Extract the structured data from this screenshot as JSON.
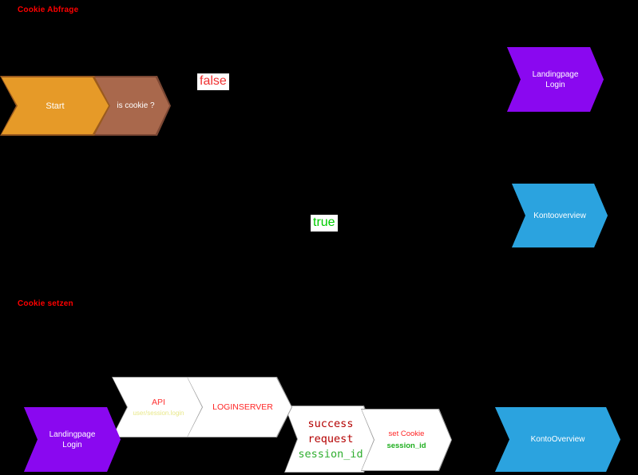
{
  "sections": {
    "cookie_abfrage": "Cookie Abfrage",
    "cookie_setzen": "Cookie setzen"
  },
  "branch_labels": {
    "false_label": "false",
    "true_label": "true"
  },
  "nodes": {
    "start": {
      "label": "Start",
      "fill": "#e69a28"
    },
    "is_cookie": {
      "label": "is cookie ?",
      "fill": "#a9684c"
    },
    "landingpage_login_top": {
      "label": "Landingpage\nLogin",
      "fill": "#8a08f0"
    },
    "kontooverview_top": {
      "label": "Kontooverview",
      "fill": "#2ba3df"
    },
    "landingpage_login_bottom": {
      "label": "Landingpage\nLogin",
      "fill": "#8a08f0"
    },
    "api": {
      "title": "API",
      "subtitle": "user/session.login",
      "fill": "#ffffff"
    },
    "loginserver": {
      "label": "LOGINSERVER",
      "fill": "#ffffff"
    },
    "success_request": {
      "line1": "success",
      "line2": "request",
      "line3": "session_id",
      "fill": "#ffffff"
    },
    "set_cookie": {
      "title": "set Cookie",
      "subtitle": "session_id",
      "fill": "#ffffff"
    },
    "kontooverview_bottom": {
      "label": "KontoOverview",
      "fill": "#2ba3df"
    }
  },
  "colors": {
    "background": "#000000",
    "section_label": "#ff0000",
    "false_text": "#f03030",
    "true_text": "#00cc00",
    "node_text_light": "#ffffff",
    "node_text_red": "#ff2525",
    "node_text_dark_red": "#b40000",
    "node_text_green": "#2fae2f",
    "node_text_yellow": "#e8e88a"
  }
}
